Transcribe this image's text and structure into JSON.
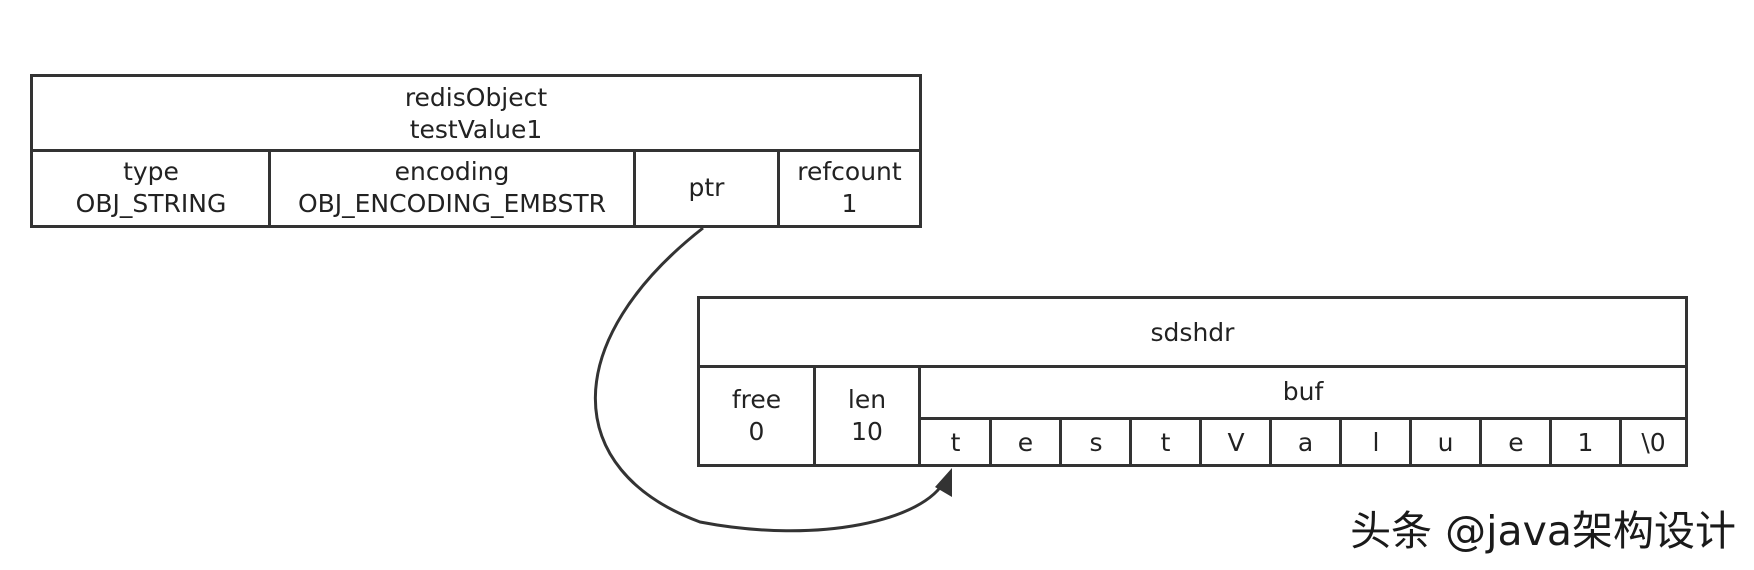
{
  "redis_object": {
    "title": "redisObject",
    "subtitle": "testValue1",
    "fields": [
      {
        "name": "type",
        "value": "OBJ_STRING"
      },
      {
        "name": "encoding",
        "value": "OBJ_ENCODING_EMBSTR"
      },
      {
        "name": "ptr",
        "value": ""
      },
      {
        "name": "refcount",
        "value": "1"
      }
    ]
  },
  "sdshdr": {
    "title": "sdshdr",
    "free": {
      "name": "free",
      "value": "0"
    },
    "len": {
      "name": "len",
      "value": "10"
    },
    "buf": {
      "name": "buf",
      "chars": [
        "t",
        "e",
        "s",
        "t",
        "V",
        "a",
        "l",
        "u",
        "e",
        "1",
        "\\0"
      ]
    }
  },
  "watermark": "头条 @java架构设计",
  "colors": {
    "stroke": "#333333",
    "text": "#222222",
    "background": "#ffffff"
  }
}
